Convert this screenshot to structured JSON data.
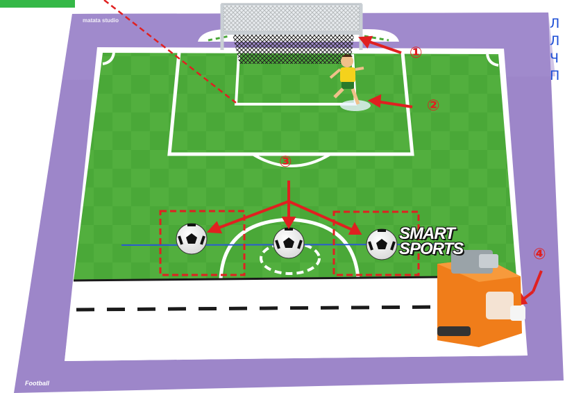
{
  "mat": {
    "brand": "matata studio",
    "label": "Football",
    "colors": {
      "border": "#9d86c9",
      "field": "#4aa838",
      "field_alt": "#57b343",
      "lines": "#ffffff",
      "road": "#ffffff",
      "marker": "#e02020"
    }
  },
  "logo": {
    "line1": "SMART",
    "line2": "SPORTS"
  },
  "markers": {
    "goal": "①",
    "player": "②",
    "balls": "③",
    "robot": "④"
  },
  "side_text": [
    "Л",
    "Л",
    "Ч",
    "П"
  ],
  "icons": [
    "goal-net-icon",
    "goalkeeper-figure-icon",
    "soccer-ball-icon",
    "robot-car-icon"
  ]
}
